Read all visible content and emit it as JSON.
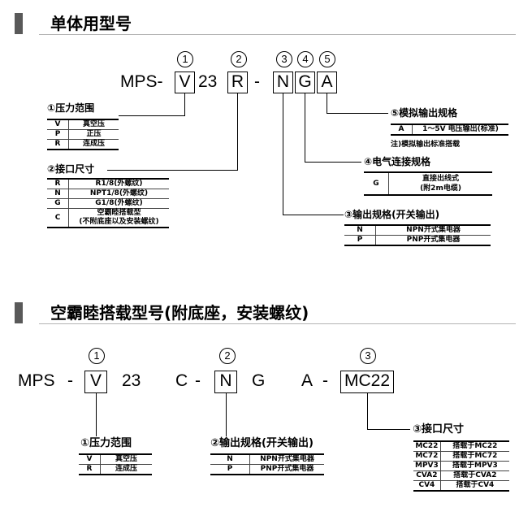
{
  "section1": {
    "title": "单体用型号",
    "code": {
      "prefix": "MPS-",
      "v": "V",
      "num": "23",
      "r": "R",
      "dash": "-",
      "n": "N",
      "g": "G",
      "a": "A"
    },
    "markers": [
      "1",
      "2",
      "3",
      "4",
      "5"
    ],
    "pressure": {
      "title": "①压力范围",
      "rows": [
        {
          "k": "V",
          "v": "真空压"
        },
        {
          "k": "P",
          "v": "正压"
        },
        {
          "k": "R",
          "v": "连成压"
        }
      ]
    },
    "port": {
      "title": "②接口尺寸",
      "rows": [
        {
          "k": "R",
          "v": "R1/8(外螺纹)"
        },
        {
          "k": "N",
          "v": "NPT1/8(外螺纹)"
        },
        {
          "k": "G",
          "v": "G1/8(外螺纹)"
        },
        {
          "k": "C",
          "v1": "空霸睦搭载型",
          "v2": "(不附底座以及安装螺纹)"
        }
      ]
    },
    "output": {
      "title": "③输出规格(开关输出)",
      "rows": [
        {
          "k": "N",
          "v": "NPN开式集电器"
        },
        {
          "k": "P",
          "v": "PNP开式集电器"
        }
      ]
    },
    "electric": {
      "title": "④电气连接规格",
      "rows": [
        {
          "k": "G",
          "v1": "直接出线式",
          "v2": "(附2m电缆)"
        }
      ]
    },
    "analog": {
      "title": "⑤模拟输出规格",
      "rows": [
        {
          "k": "A",
          "v": "1～5V 电压输出(标准)"
        }
      ],
      "note": "注)模拟输出标准搭载"
    }
  },
  "section2": {
    "title": "空霸睦搭载型号(附底座，安装螺纹)",
    "code": {
      "prefix": "MPS",
      "d1": "-",
      "v": "V",
      "num": "23",
      "c": "C",
      "d2": "-",
      "n": "N",
      "g": "G",
      "a": "A",
      "d3": "-",
      "mc": "MC22"
    },
    "markers": [
      "1",
      "2",
      "3"
    ],
    "pressure": {
      "title": "①压力范围",
      "rows": [
        {
          "k": "V",
          "v": "真空压"
        },
        {
          "k": "R",
          "v": "连成压"
        }
      ]
    },
    "output": {
      "title": "②输出规格(开关输出)",
      "rows": [
        {
          "k": "N",
          "v": "NPN开式集电器"
        },
        {
          "k": "P",
          "v": "PNP开式集电器"
        }
      ]
    },
    "port": {
      "title": "③接口尺寸",
      "rows": [
        {
          "k": "MC22",
          "v": "搭载于MC22"
        },
        {
          "k": "MC72",
          "v": "搭载于MC72"
        },
        {
          "k": "MPV3",
          "v": "搭载于MPV3"
        },
        {
          "k": "CVA2",
          "v": "搭载于CVA2"
        },
        {
          "k": "CV4",
          "v": "搭载于CV4"
        }
      ]
    }
  }
}
